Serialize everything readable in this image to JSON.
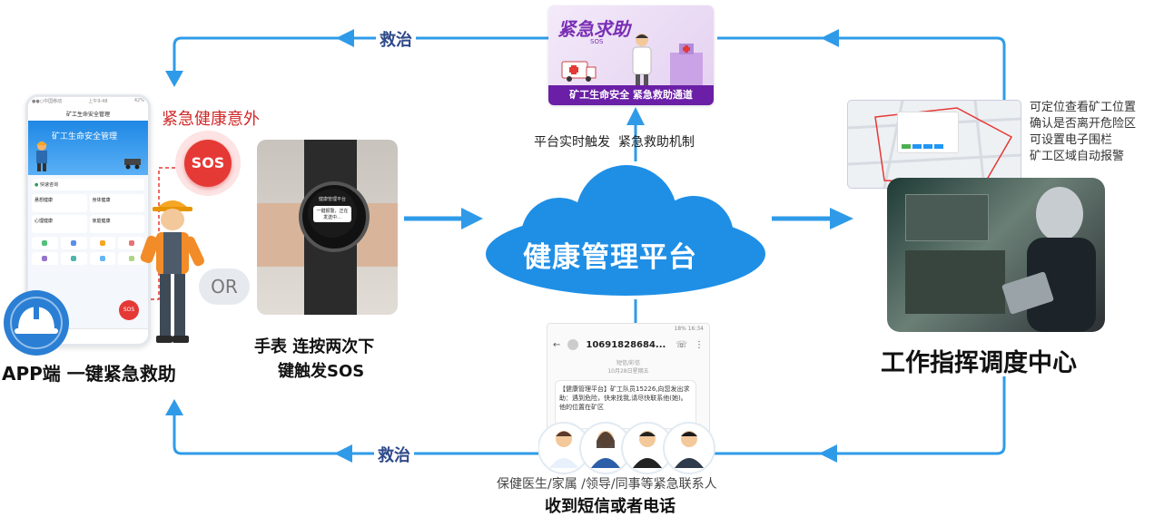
{
  "cloud": {
    "label": "健康管理平台"
  },
  "phone": {
    "status_left": "●●○中国移动",
    "status_time": "上午9:48",
    "status_right": "42%",
    "title": "矿工生命安全管理",
    "banner": "矿工生命安全管理",
    "quick": "快速咨询",
    "cells": [
      "悬想健康",
      "身体健康",
      "心理健康",
      "家庭健康"
    ],
    "badge": "SOS"
  },
  "app_label": "APP端 一键紧急救助",
  "sos": {
    "caption": "紧急健康意外",
    "badge": "SOS"
  },
  "or_label": "OR",
  "watch": {
    "screen_title": "健康管理平台",
    "screen_text": "一键报警，正在发送中…",
    "label_line1": "手表 连按两次下",
    "label_line2": "键触发SOS"
  },
  "banner": {
    "title": "紧急求助",
    "sub": "SOS",
    "caption": "矿工生命安全 紧急救助通道"
  },
  "mechanism_label": "平台实时触发  紧急救助机制",
  "rescue_top": "救治",
  "rescue_bottom": "救治",
  "map_notes": [
    "可定位查看矿工位置",
    "确认是否离开危险区",
    "可设置电子围栏",
    "矿工区域自动报警"
  ],
  "command_center": "工作指挥调度中心",
  "sms": {
    "status_right": "18%  16:34",
    "number": "10691828684...",
    "meta1": "短信/彩信",
    "meta2": "10月28日星期五",
    "msg": "【健康管理平台】矿工队员15226,向您发出求助：遇到危险，快来找我,请尽快联系他(她)。他的位置在矿区"
  },
  "contacts_label": "保健医生/家属 /领导/同事等紧急联系人",
  "sms_label": "收到短信或者电话",
  "colors": {
    "arrow": "#2f9be8",
    "cloud": "#1f8fe6",
    "banner": "#7c2fb5",
    "sos": "#e53935"
  }
}
